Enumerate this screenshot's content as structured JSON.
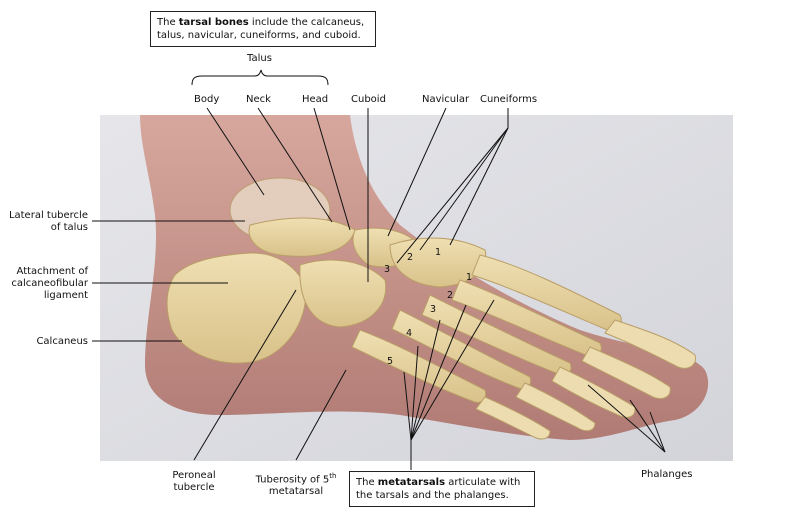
{
  "top_box": {
    "prefix": "The ",
    "bold": "tarsal bones",
    "line1_suffix": " include the calcaneus,",
    "line2": "talus, navicular, cuneiforms, and cuboid."
  },
  "bottom_box": {
    "prefix": "The ",
    "bold": "metatarsals",
    "line1_suffix": " articulate with",
    "line2": "the tarsals and the phalanges."
  },
  "labels": {
    "talus": "Talus",
    "body": "Body",
    "neck": "Neck",
    "head": "Head",
    "cuboid": "Cuboid",
    "navicular": "Navicular",
    "cuneiforms": "Cuneiforms",
    "lateral_tubercle_1": "Lateral tubercle",
    "lateral_tubercle_2": "of talus",
    "attachment_1": "Attachment of",
    "attachment_2": "calcaneofibular",
    "attachment_3": "ligament",
    "calcaneus": "Calcaneus",
    "peroneal_1": "Peroneal",
    "peroneal_2": "tubercle",
    "tuberosity_1": "Tuberosity of 5",
    "tuberosity_sup": "th",
    "tuberosity_2": "metatarsal",
    "phalanges": "Phalanges"
  },
  "cuneiform_numbers": [
    "3",
    "2",
    "1"
  ],
  "metatarsal_numbers": [
    "1",
    "2",
    "3",
    "4",
    "5"
  ],
  "colors": {
    "bone": "#e8d6a6",
    "bone_shadow": "#c9b07a",
    "skin": "#c9948c",
    "skin_dark": "#a8706a",
    "background_photo": "#dfe0e6",
    "leader": "#111111"
  }
}
